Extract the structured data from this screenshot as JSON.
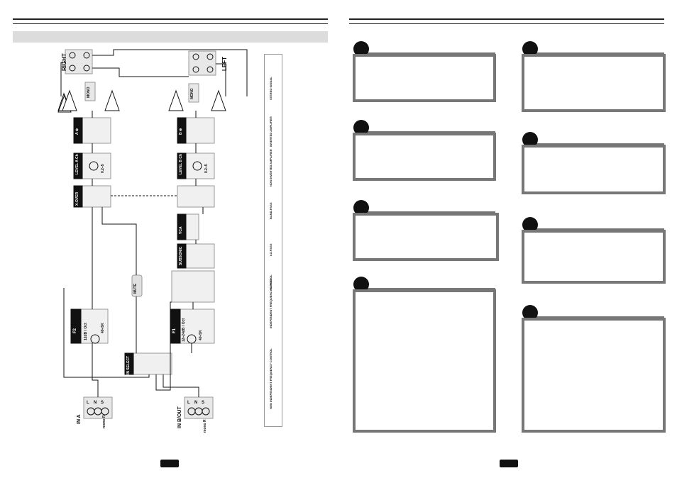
{
  "diagram": {
    "right_label": "RIGHT",
    "left_label": "LEFT",
    "terminal_a": "A",
    "terminal_b": "B",
    "mono_label": "MONO",
    "amp_left": "L",
    "amp_right": "R",
    "channel_ab": "A ⊕",
    "channel_bc": "B ⊕",
    "level_ab": "LEVEL A Ch",
    "level_bc": "LEVEL B Ch",
    "level_value": "0.2÷5",
    "xover": "X-OVER",
    "vca": "VCA",
    "subsonic": "SUBSONIC",
    "mute": "MUTE",
    "f2": "F2",
    "f2_range": "12dB / Oct",
    "f2_freq": "40÷5K",
    "f1": "F1",
    "f1_range": "12÷24dB / Oct",
    "f1_freq": "40÷5K",
    "in_select": "IN SELECT",
    "in_a": "IN A",
    "in_bout": "IN B/OUT",
    "mono_r": "mono R",
    "jack_l": "L",
    "jack_n": "N",
    "jack_s": "S"
  },
  "legend": {
    "items": [
      "STEREO SIGNAL",
      "INVERTED AMPLIFIER",
      "NON INVERTED AMPLIFIER",
      "BAND-PASS",
      "LO-PASS",
      "HI-PASS",
      "INDEPENDENT FREQUENCY CONTROL",
      "NON INDEPENDENT FREQUENCY CONTROL"
    ]
  }
}
